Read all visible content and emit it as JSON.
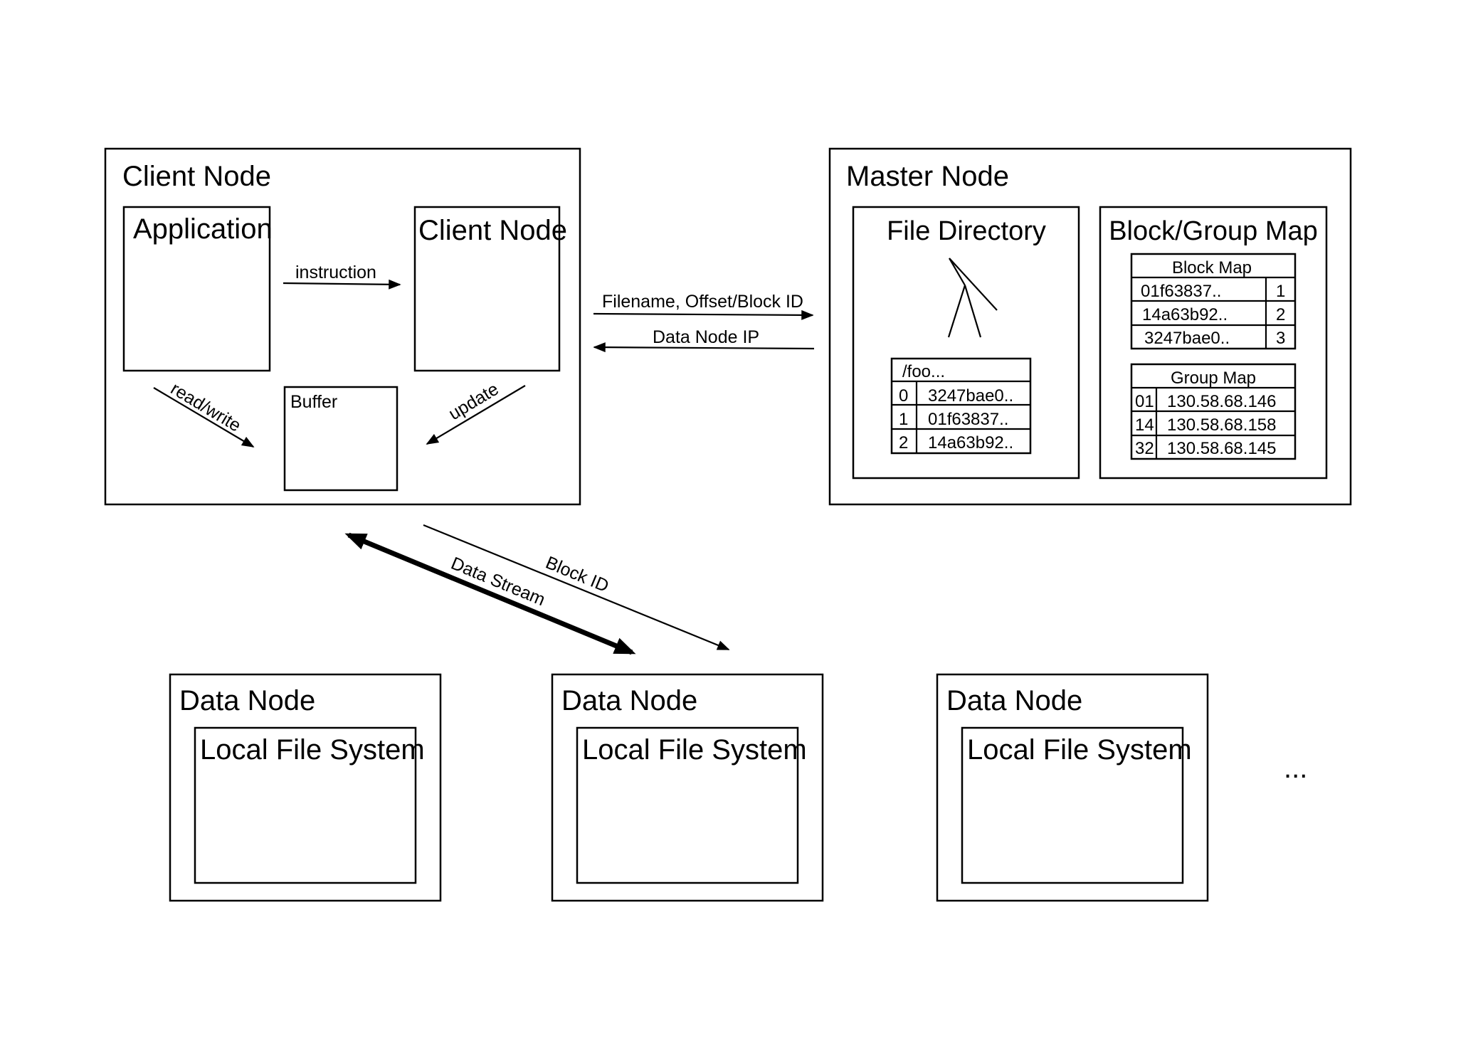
{
  "client_node": {
    "title": "Client Node",
    "application_label": "Application",
    "inner_client_label": "Client Node",
    "buffer_label": "Buffer",
    "instruction_label": "instruction",
    "read_write_label": "read/write",
    "update_label": "update"
  },
  "master_node": {
    "title": "Master Node",
    "file_directory": {
      "title": "File Directory",
      "table": {
        "header": "/foo...",
        "rows": [
          {
            "index": "0",
            "block": "3247bae0.."
          },
          {
            "index": "1",
            "block": "01f63837.."
          },
          {
            "index": "2",
            "block": "14a63b92.."
          }
        ]
      }
    },
    "block_group_map": {
      "title": "Block/Group Map",
      "block_map": {
        "header": "Block Map",
        "rows": [
          {
            "block": "01f63837..",
            "group": "1"
          },
          {
            "block": "14a63b92..",
            "group": "2"
          },
          {
            "block": "3247bae0..",
            "group": "3"
          }
        ]
      },
      "group_map": {
        "header": "Group Map",
        "rows": [
          {
            "group": "01",
            "ip": "130.58.68.146"
          },
          {
            "group": "14",
            "ip": "130.58.68.158"
          },
          {
            "group": "32",
            "ip": "130.58.68.145"
          }
        ]
      }
    }
  },
  "links": {
    "request_label": "Filename, Offset/Block ID",
    "response_label": "Data Node IP",
    "data_stream_label": "Data Stream",
    "block_id_label": "Block ID"
  },
  "data_nodes": [
    {
      "title": "Data Node",
      "fs_label": "Local File System"
    },
    {
      "title": "Data Node",
      "fs_label": "Local File System"
    },
    {
      "title": "Data Node",
      "fs_label": "Local File System"
    }
  ],
  "more_indicator": "..."
}
